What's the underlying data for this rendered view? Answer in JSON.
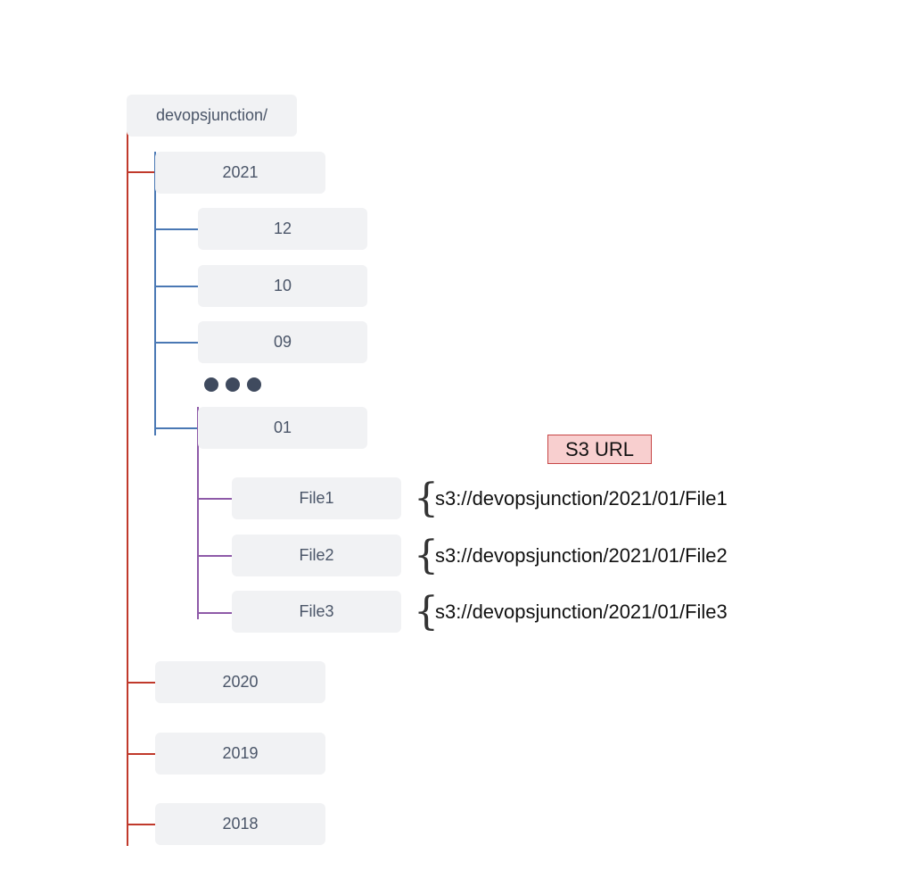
{
  "tree": {
    "root": "devopsjunction/",
    "years": {
      "y2021": "2021",
      "y2020": "2020",
      "y2019": "2019",
      "y2018": "2018"
    },
    "months": {
      "m12": "12",
      "m10": "10",
      "m09": "09",
      "m01": "01"
    },
    "files": [
      "File1",
      "File2",
      "File3"
    ]
  },
  "urls": [
    "s3://devopsjunction/2021/01/File1",
    "s3://devopsjunction/2021/01/File2",
    "s3://devopsjunction/2021/01/File3"
  ],
  "legend": {
    "label": "S3 URL"
  },
  "colors": {
    "root_line": "#c0392b",
    "year_line": "#4a78b4",
    "month_line": "#8e5aa8",
    "node_bg": "#f1f2f4",
    "legend_bg": "#f8cfcf"
  }
}
